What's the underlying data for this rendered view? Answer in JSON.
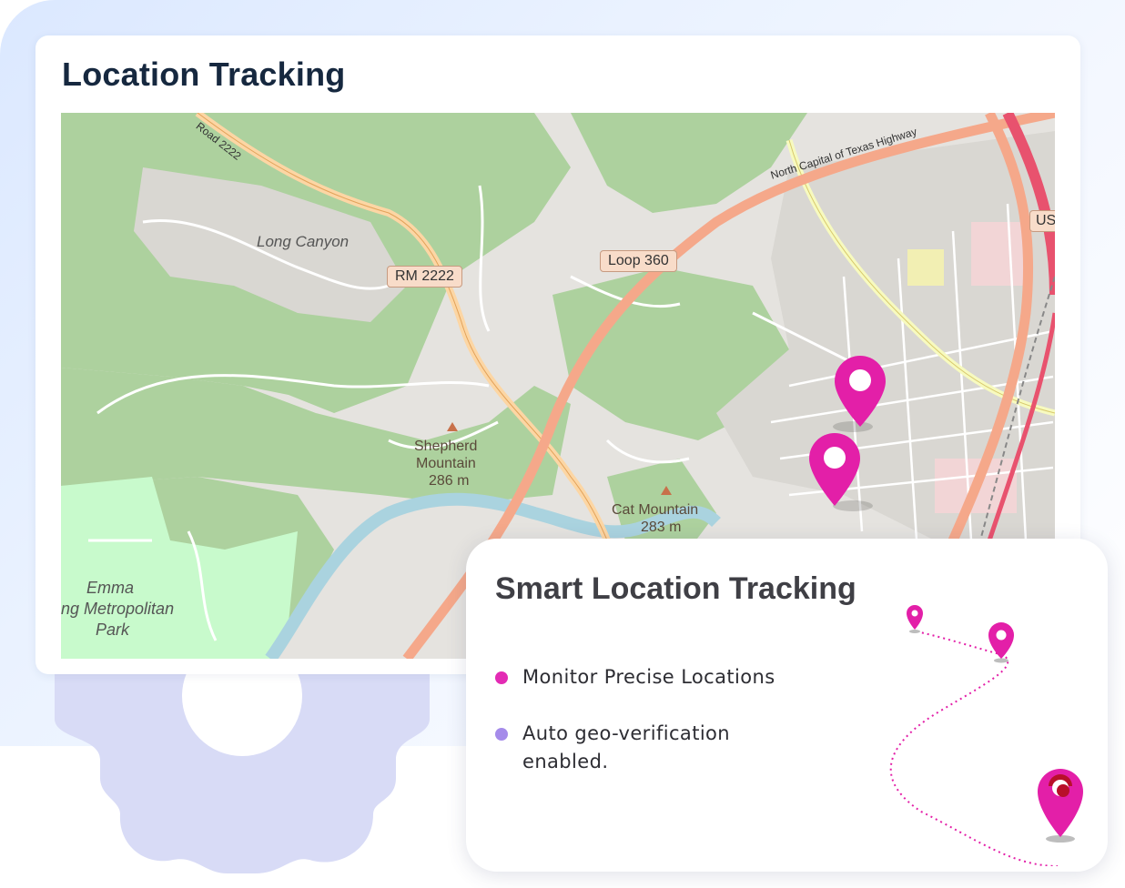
{
  "card": {
    "title": "Location Tracking"
  },
  "map": {
    "places": {
      "long_canyon": "Long Canyon",
      "emma_line1": "Emma",
      "emma_line2": "ng Metropolitan",
      "emma_line3": "Park"
    },
    "shields": {
      "rm2222": "RM 2222",
      "loop360": "Loop 360",
      "us": "US"
    },
    "peaks": {
      "shepherd_line1": "Shepherd",
      "shepherd_line2": "Mountain",
      "shepherd_elev": "286 m",
      "cat_line1": "Cat Mountain",
      "cat_elev": "283 m"
    },
    "roads": {
      "road2222": "Road 2222",
      "north_capital": "North Capital of Texas Highway"
    },
    "marker_color": "#e31fa8"
  },
  "info": {
    "title": "Smart Location Tracking",
    "bullets": [
      {
        "text_line1": "Monitor Precise Locations",
        "text_line2": "",
        "color": "#e32bb4"
      },
      {
        "text_line1": "Auto geo-verification",
        "text_line2": "enabled.",
        "color": "#a58bea"
      }
    ]
  },
  "colors": {
    "title": "#16283f",
    "accent_pink": "#e31fa8",
    "gear": "#d8dbf6",
    "map_forest": "#add19e",
    "map_park": "#c8facc",
    "map_water": "#aad3df",
    "map_highway": "#f5a88a"
  }
}
